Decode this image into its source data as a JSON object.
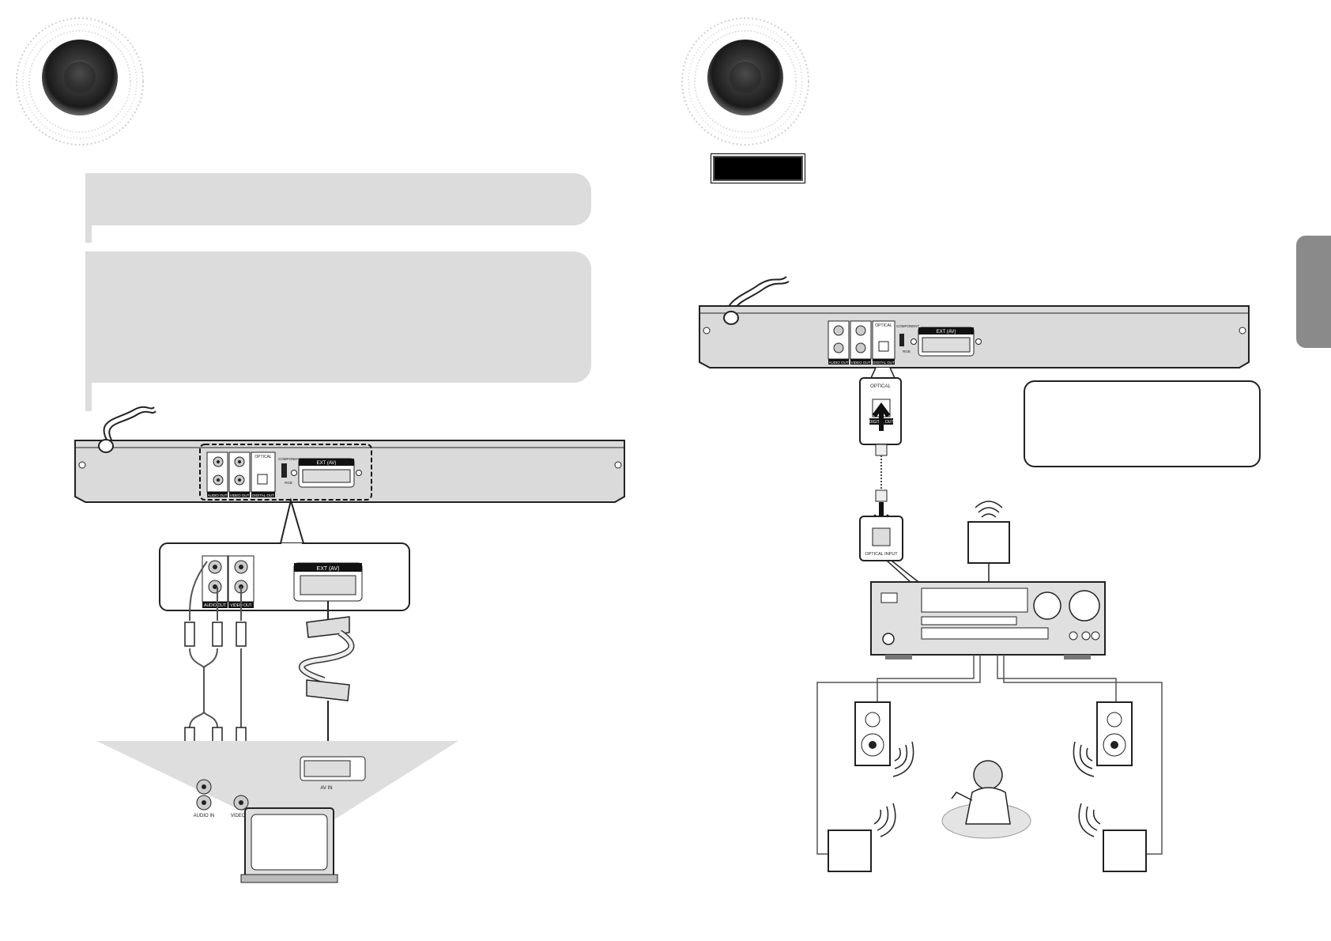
{
  "labels": {
    "optical": "OPTICAL",
    "component": "COMPONENT",
    "rgb": "RGB",
    "ext_av": "EXT (AV)",
    "audio_out": "AUDIO OUT",
    "video_out": "VIDEO OUT",
    "digital_out": "DIGITAL OUT",
    "audio_in": "AUDIO IN",
    "video_in": "VIDEO IN",
    "av_in": "AV IN",
    "optical_input": "OPTICAL INPUT"
  },
  "colors": {
    "panel_gray": "#dcdcdc",
    "device_gray": "#d9d9d9",
    "line": "#1a1a1a"
  },
  "icons": [
    "speaker-logo-icon",
    "tv-icon",
    "scart-plug-icon",
    "rca-plug-icon",
    "receiver-icon",
    "speaker-icon",
    "listener-icon",
    "sound-wave-icon"
  ]
}
